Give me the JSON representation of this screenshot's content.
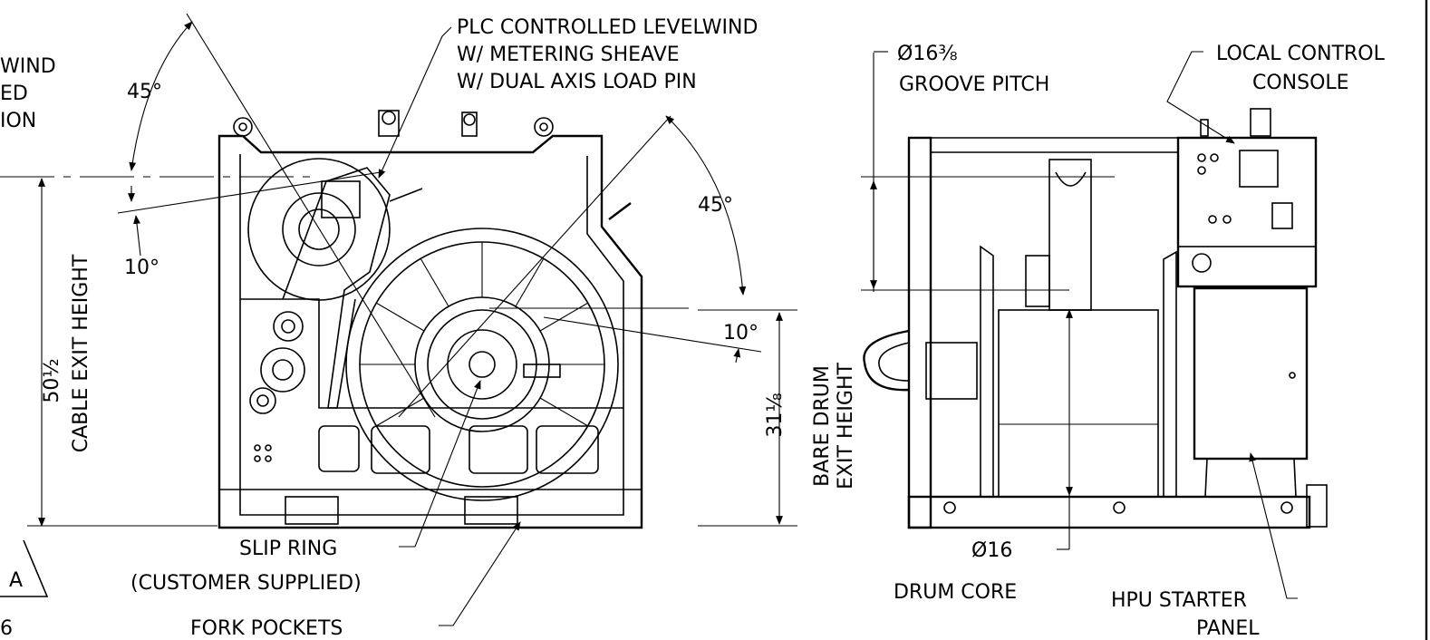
{
  "labels": {
    "levelwind_l1": "PLC CONTROLLED LEVELWIND",
    "levelwind_l2": "W/ METERING SHEAVE",
    "levelwind_l3": "W/ DUAL AXIS LOAD PIN",
    "partial_l1": "WIND",
    "partial_l2": "ED",
    "partial_l3": "ION",
    "angle_top_left": "45°",
    "angle_left_10": "10°",
    "angle_right_45": "45°",
    "angle_right_10": "10°",
    "cable_exit_dim": "50½",
    "cable_exit_label": "CABLE EXIT HEIGHT",
    "bare_drum_dim": "31⅛",
    "bare_drum_l1": "BARE DRUM",
    "bare_drum_l2": "EXIT HEIGHT",
    "slip_ring_l1": "SLIP RING",
    "slip_ring_l2": "(CUSTOMER SUPPLIED)",
    "fork_pockets": "FORK POCKETS",
    "groove_dim": "Ø16⅜",
    "groove_label": "GROOVE PITCH",
    "console_l1": "LOCAL CONTROL",
    "console_l2": "CONSOLE",
    "drum_core_dim": "Ø16",
    "drum_core_label": "DRUM CORE",
    "hpu_l1": "HPU STARTER",
    "hpu_l2": "PANEL",
    "rev_marker": "A",
    "sheet_number": "6"
  },
  "colors": {
    "line": "#000000",
    "background": "#ffffff"
  }
}
